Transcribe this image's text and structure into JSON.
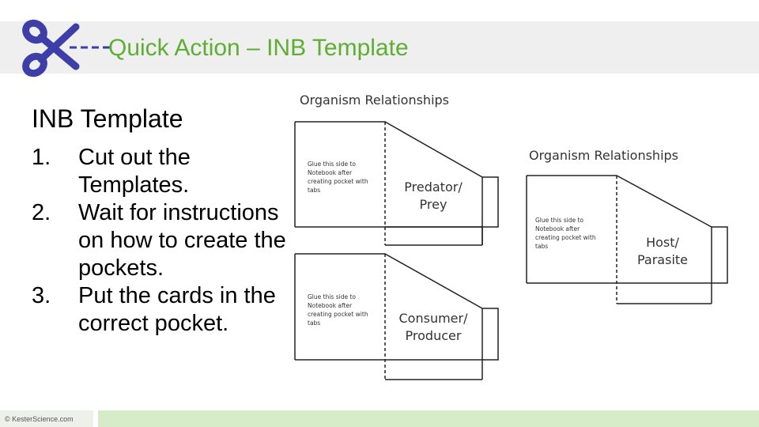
{
  "header": {
    "title": "Quick Action – INB Template"
  },
  "content": {
    "subtitle": "INB Template",
    "steps": [
      {
        "num": "1.",
        "text": "Cut out the Templates."
      },
      {
        "num": "2.",
        "text": "Wait for instructions on how to create the pockets."
      },
      {
        "num": "3.",
        "text": "Put the cards in the correct pocket."
      }
    ]
  },
  "templates": {
    "main_title": "Organism Relationships",
    "glue_note": [
      "Glue this side to",
      "Notebook after",
      "creating pocket with",
      "tabs"
    ],
    "card1_label": [
      "Predator/",
      "Prey"
    ],
    "card2_label": [
      "Consumer/",
      "Producer"
    ],
    "card3_title": "Organism Relationships",
    "card3_label": [
      "Host/",
      "Parasite"
    ]
  },
  "footer": {
    "copyright": "© KesterScience.com"
  },
  "colors": {
    "title": "#5fae34",
    "scissors": "#3d3ea8",
    "footer_bar": "#d6ecc9"
  }
}
